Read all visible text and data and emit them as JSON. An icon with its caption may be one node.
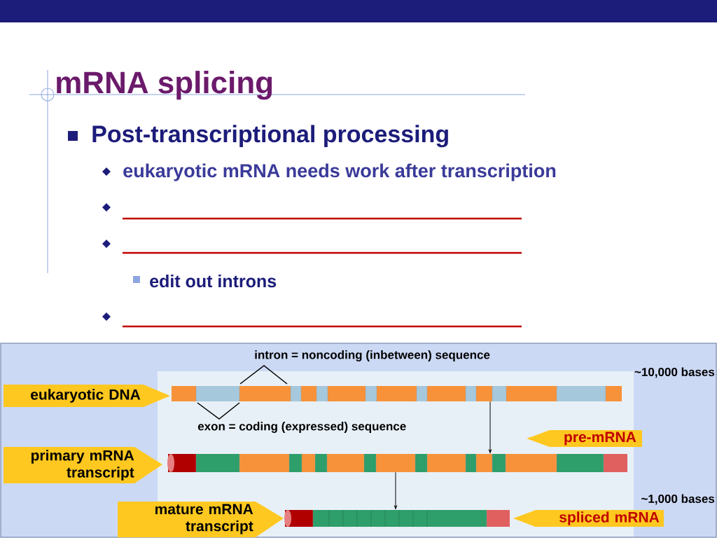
{
  "diagram": {
    "title": "mRNA splicing",
    "nodes": [
      {
        "text": [
          "eukaryotic DNA"
        ]
      },
      {
        "text": [
          "primary mRNA transcript"
        ]
      },
      {
        "text": [
          "mature mRNA transcript"
        ]
      },
      {
        "text": [
          "pre-mRNA"
        ]
      },
      {
        "text": [
          "spliced mRNA"
        ]
      },
      {
        "text": [],
        "shape": "bar"
      },
      {
        "text": [],
        "shape": "bar"
      },
      {
        "text": [],
        "shape": "bar"
      }
    ],
    "edges": [
      {
        "from": 5,
        "to": 6,
        "arrow": "to"
      },
      {
        "from": 6,
        "to": 7,
        "arrow": "to"
      }
    ],
    "labels": [
      "Post-transcriptional processing",
      "eukaryotic mRNA needs work after transcription",
      "edit out introns",
      "intron = noncoding (inbetween) sequence",
      "~10,000 bases",
      "exon = coding (expressed) sequence",
      "~1,000 bases"
    ]
  }
}
